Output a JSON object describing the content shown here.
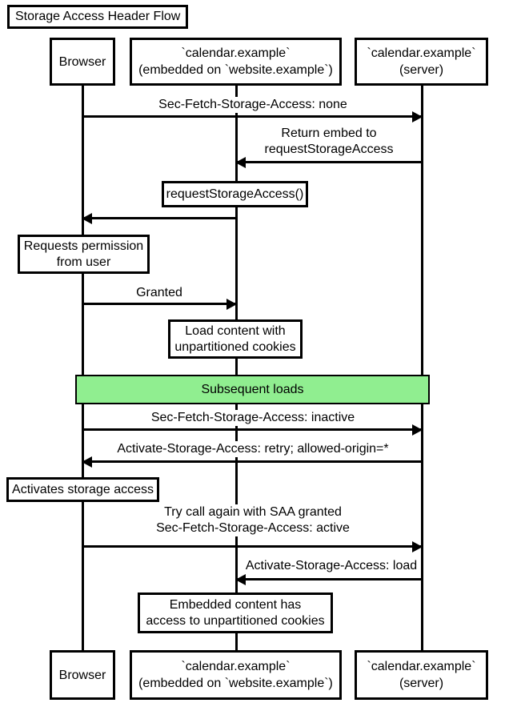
{
  "title": "Storage Access Header Flow",
  "participants": [
    {
      "id": "browser",
      "lines": [
        "Browser"
      ]
    },
    {
      "id": "embed",
      "lines": [
        "`calendar.example`",
        "(embedded on `website.example`)"
      ]
    },
    {
      "id": "server",
      "lines": [
        "`calendar.example`",
        "(server)"
      ]
    }
  ],
  "messages": [
    {
      "from": "browser",
      "to": "server",
      "direction": "right",
      "lines": [
        "Sec-Fetch-Storage-Access: none"
      ]
    },
    {
      "from": "server",
      "to": "embed",
      "direction": "left",
      "lines": [
        "Return embed to",
        "requestStorageAccess"
      ]
    },
    {
      "from": "embed",
      "to": "browser",
      "direction": "left",
      "lines": []
    },
    {
      "from": "browser",
      "to": "embed",
      "direction": "right",
      "lines": [
        "Granted"
      ]
    },
    {
      "from": "browser",
      "to": "server",
      "direction": "right",
      "lines": [
        "Sec-Fetch-Storage-Access: inactive"
      ]
    },
    {
      "from": "server",
      "to": "browser",
      "direction": "left",
      "lines": [
        "Activate-Storage-Access: retry; allowed-origin=*"
      ]
    },
    {
      "from": "browser",
      "to": "server",
      "direction": "right",
      "lines": [
        "Try call again with SAA granted",
        "Sec-Fetch-Storage-Access: active"
      ]
    },
    {
      "from": "server",
      "to": "embed",
      "direction": "left",
      "lines": [
        "Activate-Storage-Access: load"
      ]
    }
  ],
  "notes": [
    {
      "over": "embed",
      "lines": [
        "requestStorageAccess()"
      ]
    },
    {
      "over": "browser",
      "lines": [
        "Requests permission",
        "from user"
      ]
    },
    {
      "over": "embed",
      "lines": [
        "Load content with",
        "unpartitioned cookies"
      ]
    },
    {
      "over": "browser",
      "lines": [
        "Activates storage access"
      ]
    },
    {
      "over": "embed",
      "lines": [
        "Embedded content has",
        "access to unpartitioned cookies"
      ]
    }
  ],
  "band": {
    "label": "Subsequent loads"
  },
  "colors": {
    "band_fill": "#90EE90",
    "line": "#000000",
    "background": "#FFFFFF",
    "note_fill": "#FFFFFF"
  }
}
